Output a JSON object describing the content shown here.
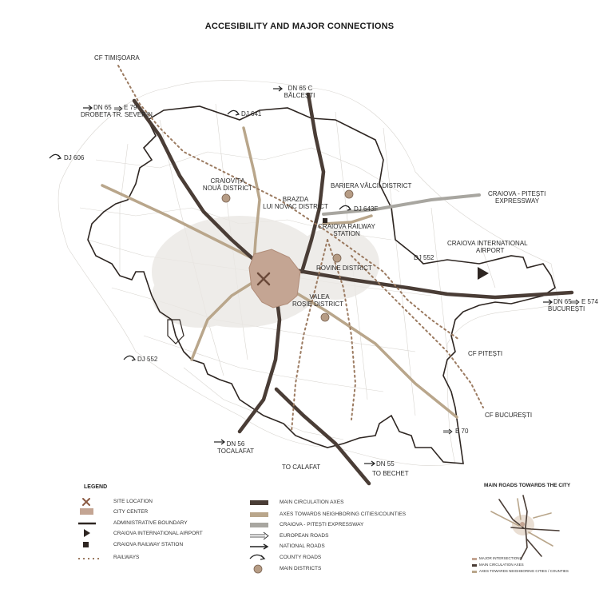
{
  "title": "ACCESIBILITY AND MAJOR CONNECTIONS",
  "colors": {
    "main_axes": "#4a3d36",
    "neighbor_axes": "#b9a68b",
    "expressway": "#a8a6a0",
    "city_center": "#c4a593",
    "railway": "#9b7a60",
    "district_dot": "#b69c85",
    "boundary": "#2e2622"
  },
  "labels": {
    "cf_timisoara": "CF TIMIȘOARA",
    "dn65c": "DN 65 C",
    "balcesti": "BĂLCEȘTI",
    "dn65_e79": "DN 65",
    "e79": "E 79",
    "drobeta": "DROBETA TR. SEVERIN",
    "dj641": "DJ 641",
    "dj606": "DJ 606",
    "craiovita_1": "CRAIOVIȚA",
    "craiovita_2": "NOUĂ DISTRICT",
    "bariera": "BARIERA VÂLCII DISTRICT",
    "brazda_1": "BRAZDA",
    "brazda_2": "LUI NOVAC DISTRICT",
    "dj643f": "DJ 643F",
    "expressway_1": "CRAIOVA - PITEȘTI",
    "expressway_2": "EXPRESSWAY",
    "railway_station_1": "CRAIOVA RAILWAY",
    "railway_station_2": "STATION",
    "airport_1": "CRAIOVA INTERNATIONAL",
    "airport_2": "AIRPORT",
    "dj552_east": "DJ 552",
    "rovine": "ROVINE DISTRICT",
    "valea_1": "VALEA",
    "valea_2": "ROȘIE DISTRICT",
    "dn65_east": "DN 65",
    "e574": "E 574",
    "bucuresti": "BUCUREȘTI",
    "dj552_west": "DJ 552",
    "cf_pitesti": "CF PITEȘTI",
    "cf_bucuresti": "CF BUCUREȘTI",
    "e70": "E 70",
    "dn56": "DN 56",
    "tocalafat": "TOCALAFAT",
    "to_calafat": "TO CALAFAT",
    "dn55": "DN 55",
    "to_bechet": "TO BECHET"
  },
  "legend": {
    "title": "LEGEND",
    "items_left": [
      "SITE LOCATION",
      "CITY CENTER",
      "ADMINISTRATIVE BOUNDARY",
      "CRAIOVA INTERNATIONAL AIRPORT",
      "CRAIOVA RAILWAY STATION",
      "RAILWAYS"
    ],
    "items_right": [
      "MAIN CIRCULATION AXES",
      "AXES TOWARDS NEIGHBORING CITIES/COUNTIES",
      "CRAIOVA - PITEȘTI EXPRESSWAY",
      "EUROPEAN ROADS",
      "NATIONAL ROADS",
      "COUNTY ROADS",
      "MAIN DISTRICTS"
    ]
  },
  "mini_map": {
    "title": "MAIN ROADS TOWARDS THE CITY",
    "legend": [
      "MAJOR INTERSECTIONS",
      "MAIN CIRCULATION AXES",
      "AXES TOWARDS NEIGHBORING CITIES / COUNTIES"
    ]
  }
}
